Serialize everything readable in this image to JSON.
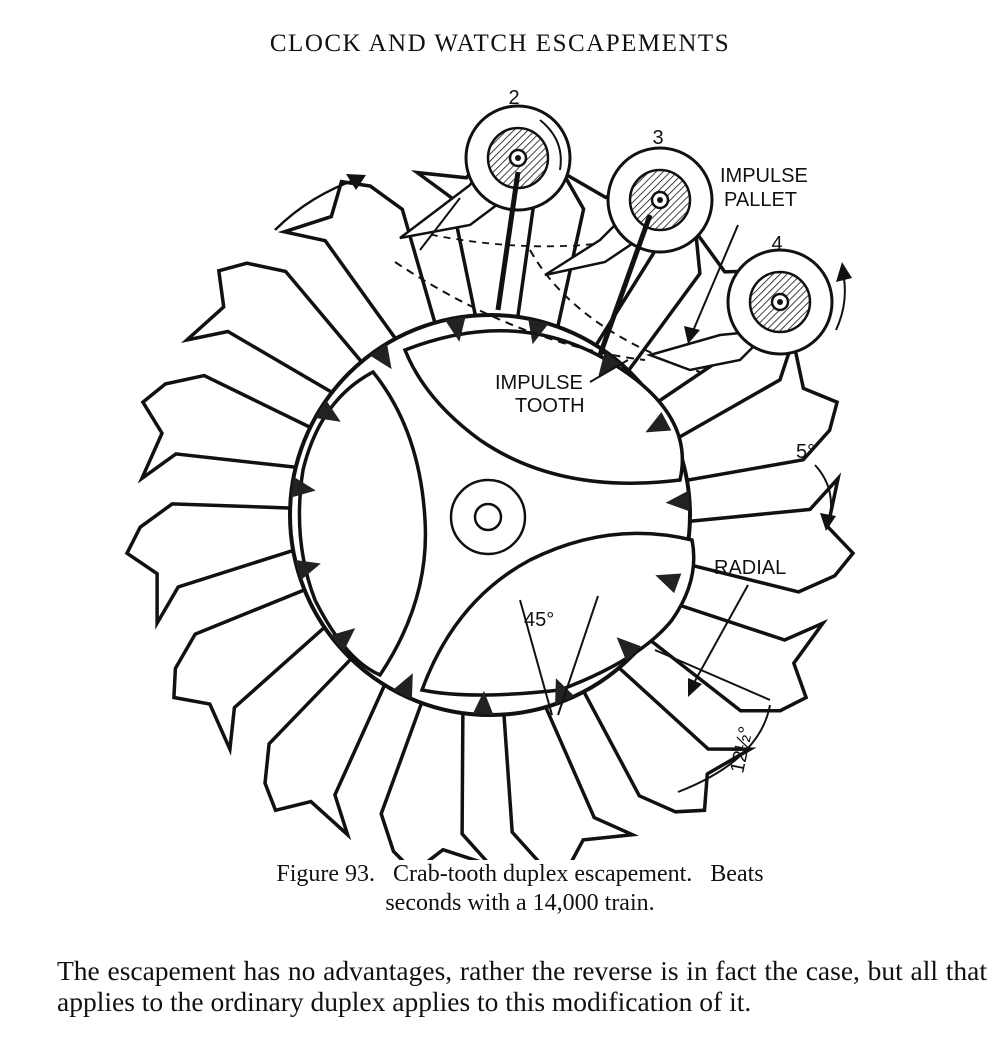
{
  "page": {
    "running_head": "CLOCK AND WATCH ESCAPEMENTS"
  },
  "figure": {
    "labels": {
      "pallet_2": "2",
      "pallet_3": "3",
      "pallet_4": "4",
      "impulse_pallet_line1": "IMPULSE",
      "impulse_pallet_line2": "PALLET",
      "impulse_tooth_line1": "IMPULSE",
      "impulse_tooth_line2": "TOOTH",
      "angle_5": "5°",
      "radial": "RADIAL",
      "angle_45": "45°",
      "angle_12_5": "12½°"
    },
    "caption_line1": "Figure 93.   Crab-tooth duplex escapement.   Beats",
    "caption_line2": "seconds with a 14,000 train."
  },
  "body": {
    "paragraph": "The escapement has no advantages, rather the reverse is in fact the case, but all that applies to the ordinary duplex applies to this modification of it."
  },
  "colors": {
    "ink": "#111111",
    "paper": "#ffffff"
  }
}
